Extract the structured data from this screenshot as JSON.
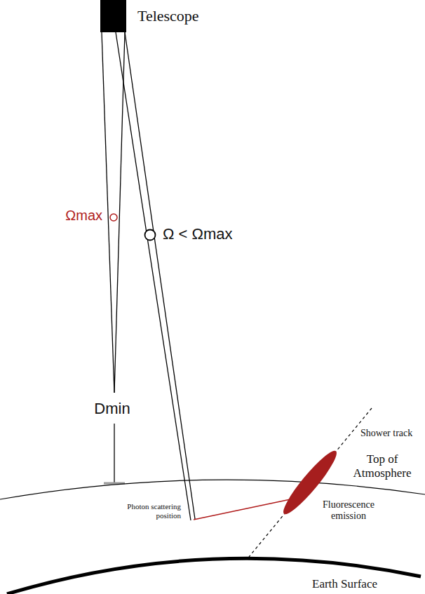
{
  "diagram": {
    "labels": [
      "Telescope",
      "Ωmax",
      "Ω < Ωmax",
      "Dmin",
      "Top of Atmosphere",
      "Shower track",
      "Fluorescence emission",
      "Photon scattering position",
      "Earth Surface"
    ]
  }
}
